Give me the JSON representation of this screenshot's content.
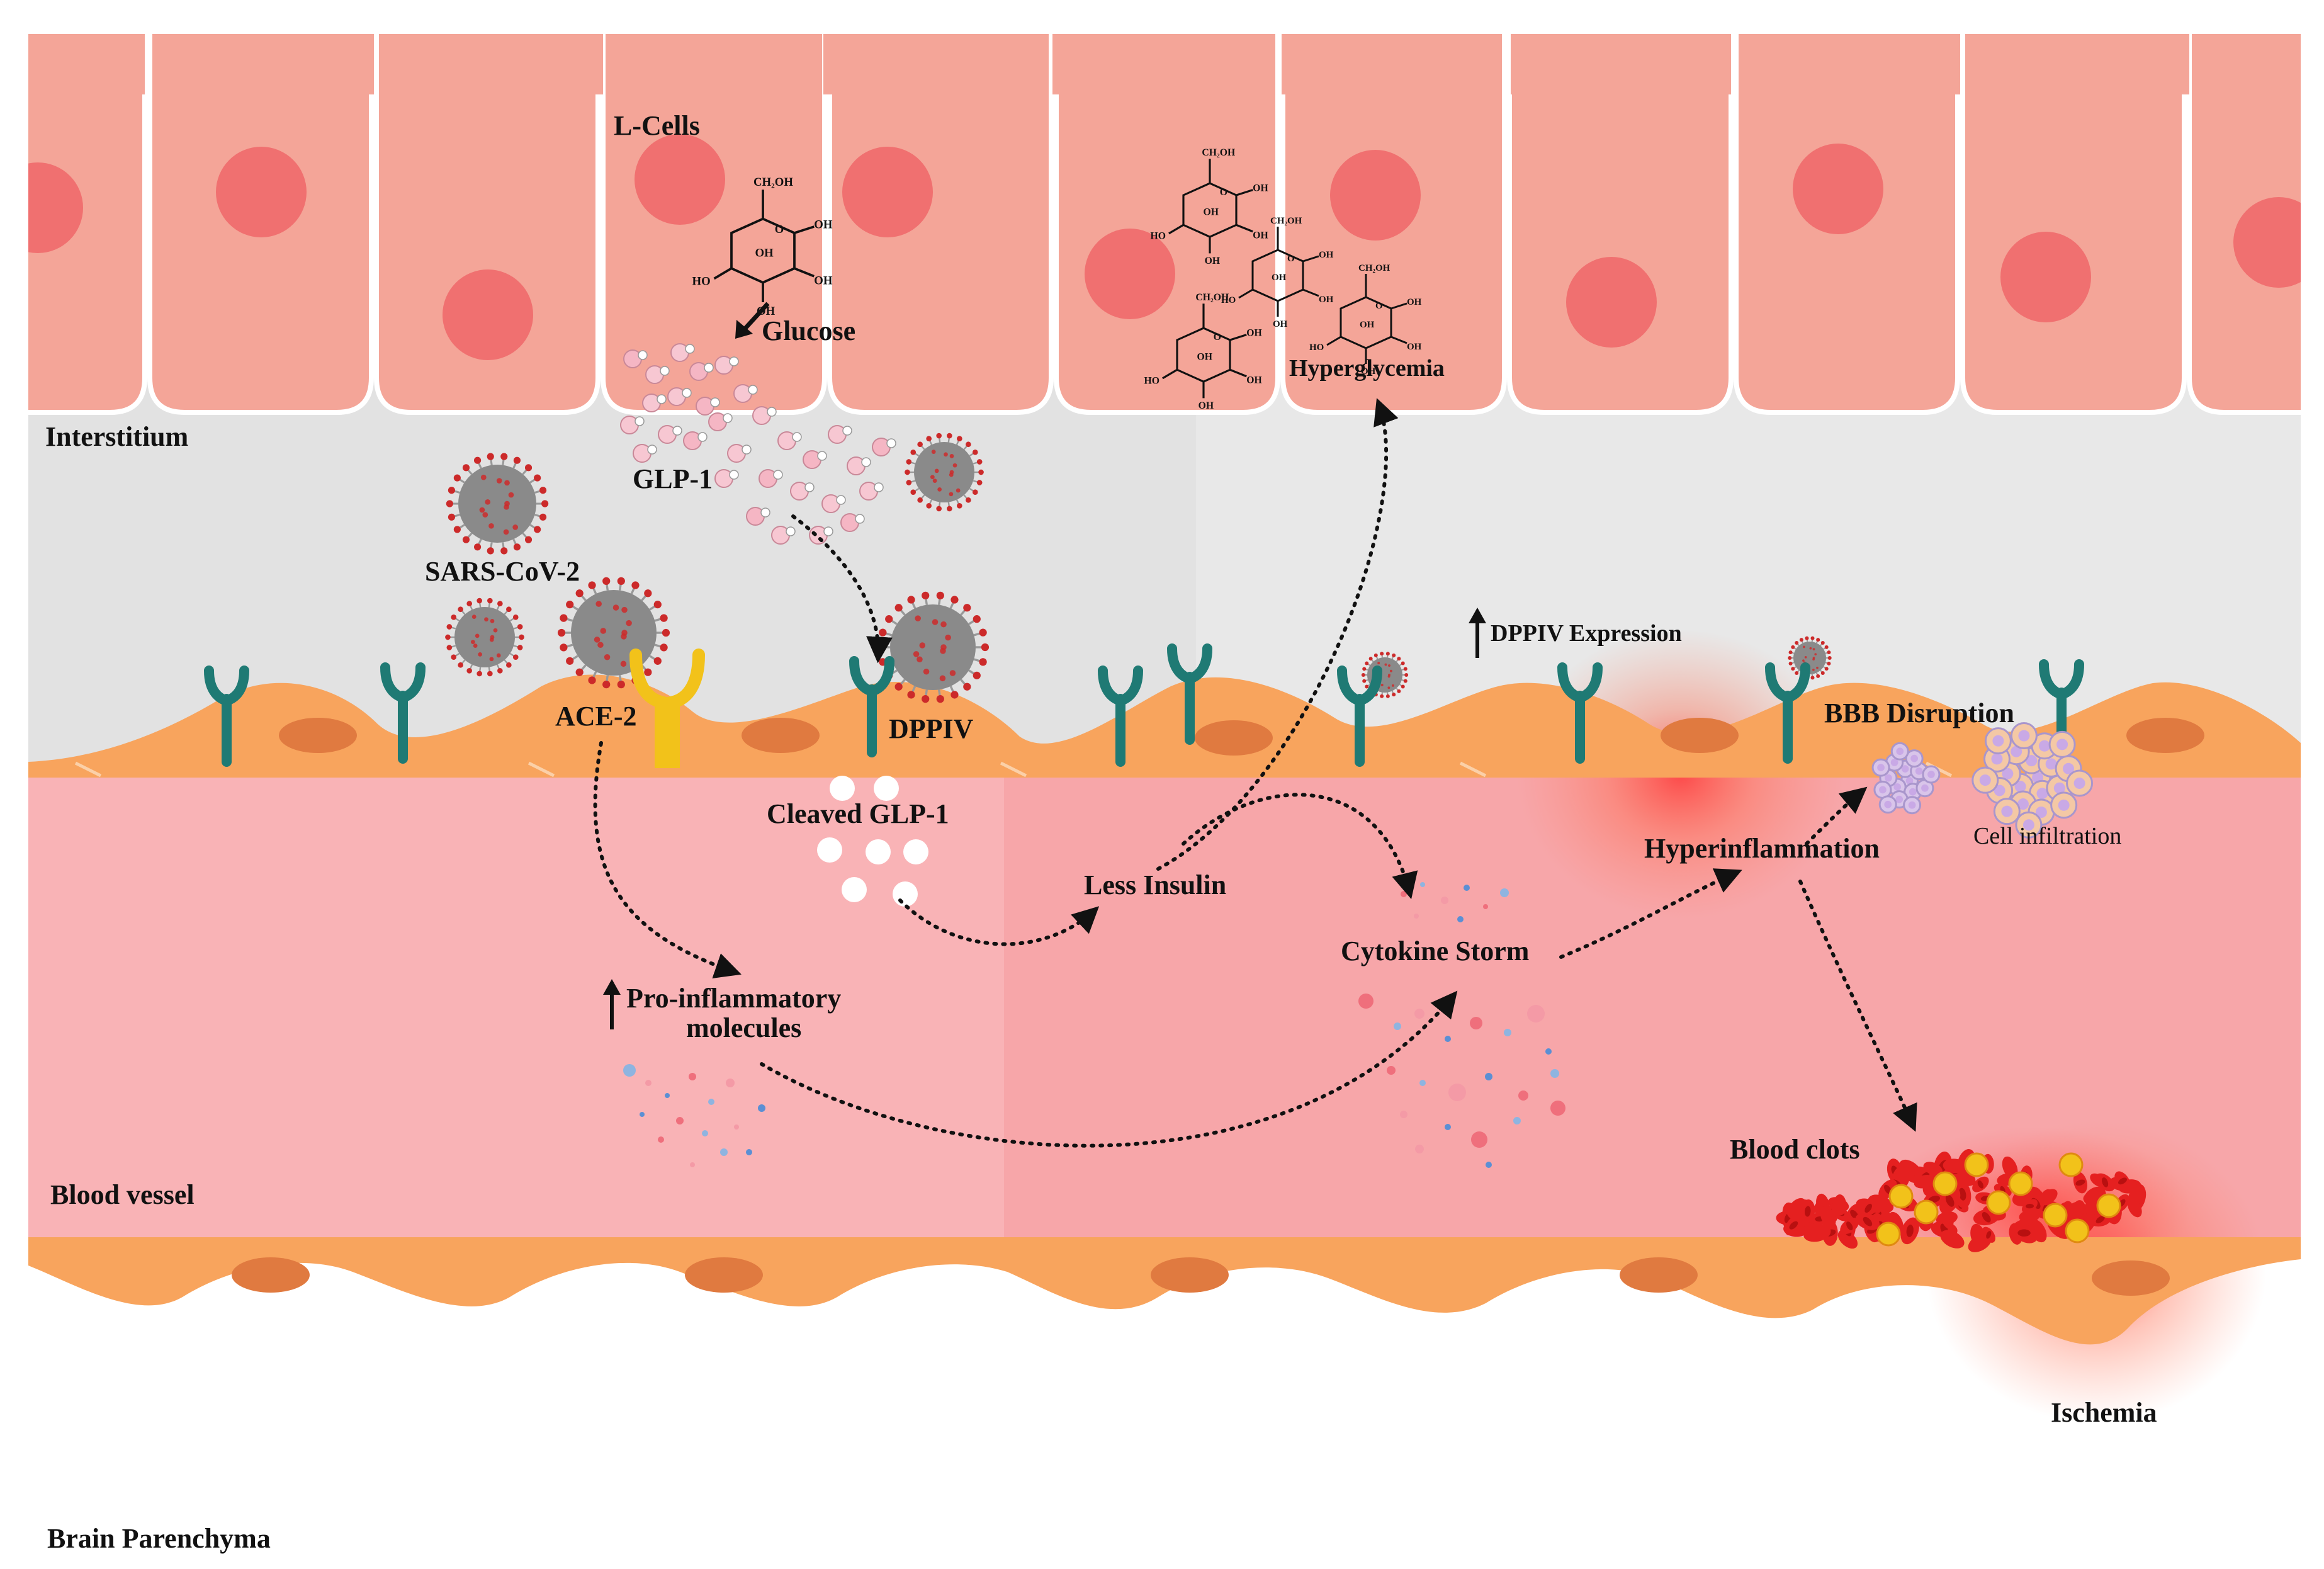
{
  "labels": {
    "l_cells": "L-Cells",
    "glucose": "Glucose",
    "interstitium": "Interstitium",
    "glp1": "GLP-1",
    "sars": "SARS-CoV-2",
    "ace2": "ACE-2",
    "dppiv": "DPPIV",
    "hyperglycemia": "Hyperglycemia",
    "dppiv_expression": "DPPIV Expression",
    "bbb_disruption": "BBB Disruption",
    "cell_infiltration": "Cell infiltration",
    "cleaved_glp1": "Cleaved GLP-1",
    "less_insulin": "Less Insulin",
    "hyperinflammation": "Hyperinflammation",
    "cytokine_storm": "Cytokine Storm",
    "pro_inflammatory_1": "Pro-inflammatory",
    "pro_inflammatory_2": "molecules",
    "blood_clots": "Blood clots",
    "blood_vessel": "Blood vessel",
    "ischemia": "Ischemia",
    "brain_parenchyma": "Brain Parenchyma"
  },
  "chem": {
    "ch2oh": "CH₂OH",
    "oh": "OH",
    "ho": "HO",
    "o": "O"
  },
  "colors": {
    "cell": "#f4a598",
    "cell_border": "#ffffff",
    "nucleus": "#f07070",
    "interstitium": "#e2e2e2",
    "endothelium": "#f8a45d",
    "endo_nucleus": "#e07a40",
    "vessel": "#f9b3b6",
    "receptor_dppiv": "#1f7a74",
    "receptor_ace2": "#f2c21a",
    "virus": "#8a8a8a",
    "spike": "#cc2a2a",
    "clot": "#e52020",
    "platelet": "#f2c21a"
  }
}
